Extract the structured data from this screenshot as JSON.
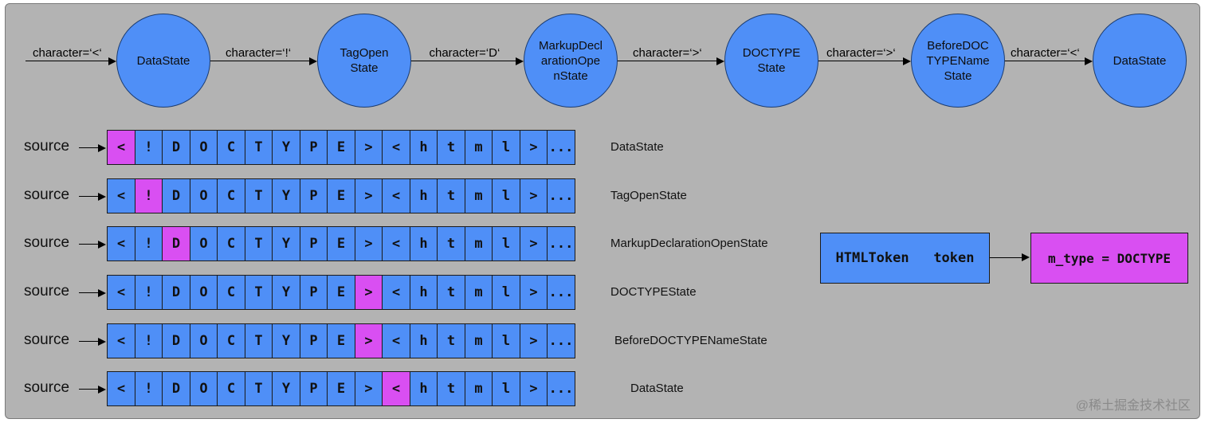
{
  "states": [
    {
      "label": "DataState"
    },
    {
      "label": "TagOpen\nState"
    },
    {
      "label": "MarkupDecl\narationOpe\nnState"
    },
    {
      "label": "DOCTYPE\nState"
    },
    {
      "label": "BeforeDOC\nTYPEName\nState"
    },
    {
      "label": "DataState"
    }
  ],
  "transitions": [
    "character=‘<‘",
    "character=‘!‘",
    "character=‘D‘",
    "character=‘>‘",
    "character=‘>‘",
    "character=‘<‘"
  ],
  "source_label": "source",
  "tape_chars": [
    "<",
    "!",
    "D",
    "O",
    "C",
    "T",
    "Y",
    "P",
    "E",
    ">",
    "<",
    "h",
    "t",
    "m",
    "l",
    ">",
    "..."
  ],
  "rows": [
    {
      "highlight": 0,
      "state": "DataState"
    },
    {
      "highlight": 1,
      "state": "TagOpenState"
    },
    {
      "highlight": 2,
      "state": "MarkupDeclarationOpenState"
    },
    {
      "highlight": 9,
      "state": "DOCTYPEState"
    },
    {
      "highlight": 9,
      "state": "BeforeDOCTYPENameState"
    },
    {
      "highlight": 10,
      "state": "DataState"
    }
  ],
  "token": {
    "label": "HTMLToken   token",
    "type_label": "m_type = DOCTYPE"
  },
  "watermark": "@稀土掘金技术社区",
  "colors": {
    "node_blue": "#4f8ff7",
    "highlight_magenta": "#d94ff2",
    "panel_gray": "#b3b3b3"
  }
}
